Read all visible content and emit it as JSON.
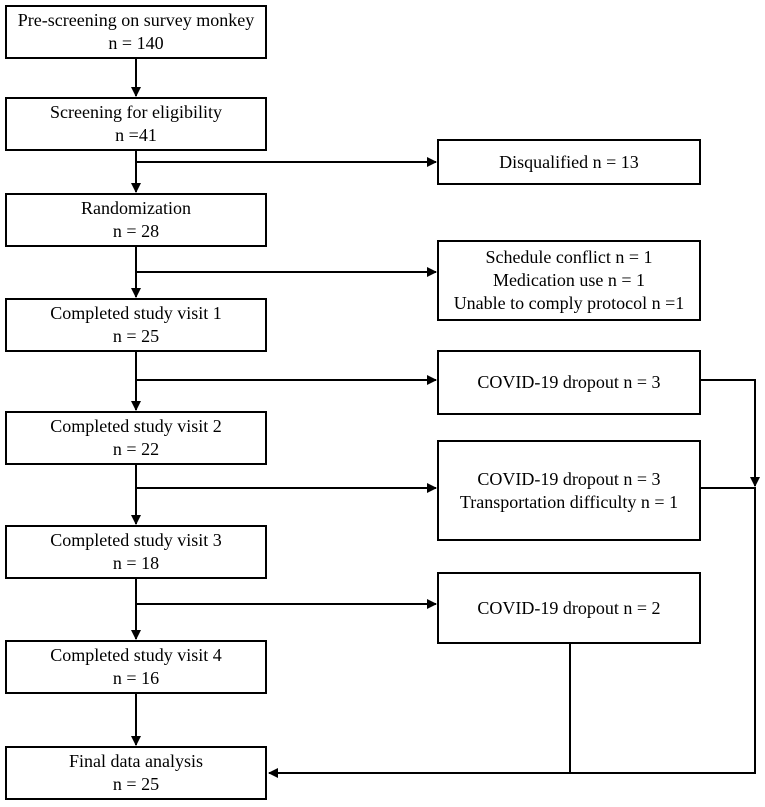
{
  "flow": {
    "prescreen": {
      "line1": "Pre-screening on survey monkey",
      "line2": "n = 140"
    },
    "screening": {
      "line1": "Screening for eligibility",
      "line2": "n =41"
    },
    "randomization": {
      "line1": "Randomization",
      "line2": "n = 28"
    },
    "visit1": {
      "line1": "Completed study visit 1",
      "line2": "n = 25"
    },
    "visit2": {
      "line1": "Completed study visit 2",
      "line2": "n = 22"
    },
    "visit3": {
      "line1": "Completed study visit 3",
      "line2": "n = 18"
    },
    "visit4": {
      "line1": "Completed study visit 4",
      "line2": "n = 16"
    },
    "final": {
      "line1": "Final data analysis",
      "line2": "n = 25"
    }
  },
  "exclusions": {
    "disqualified": {
      "line1": "Disqualified n = 13"
    },
    "after_randomization": {
      "line1": "Schedule conflict n = 1",
      "line2": "Medication use  n = 1",
      "line3": "Unable to comply protocol n =1"
    },
    "after_visit1": {
      "line1": "COVID-19 dropout n = 3"
    },
    "after_visit2": {
      "line1": "COVID-19 dropout n = 3",
      "line2": "Transportation difficulty n = 1"
    },
    "after_visit3": {
      "line1": "COVID-19 dropout n = 2"
    }
  }
}
